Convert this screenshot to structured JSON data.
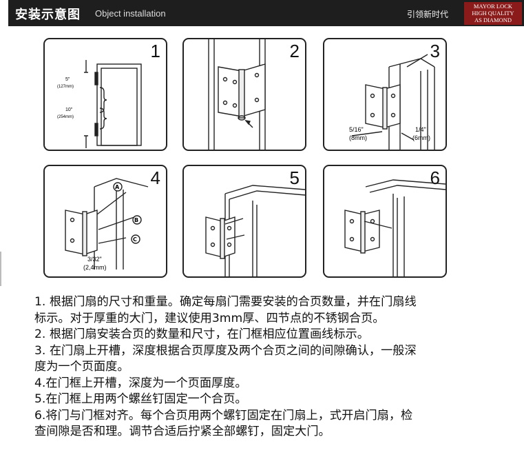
{
  "header": {
    "title_cn": "安装示意图",
    "title_en": "Object installation",
    "slogan": "引领新时代",
    "brand_lines": [
      "MAYOR  LOCK",
      "HIGH QUALITY",
      "AS DIAMOND"
    ],
    "brand_color": "#8b1a1a"
  },
  "panels": [
    {
      "number": "1",
      "labels": [
        "5\"",
        "(127mm)",
        "10\"",
        "(254mm)"
      ]
    },
    {
      "number": "2",
      "labels": []
    },
    {
      "number": "3",
      "labels": [
        "5/16\"",
        "(8mm)",
        "1/4\"",
        "(6mm)"
      ]
    },
    {
      "number": "4",
      "labels": [
        "A",
        "B",
        "C",
        "3/32\"",
        "(2,4mm)"
      ]
    },
    {
      "number": "5",
      "labels": []
    },
    {
      "number": "6",
      "labels": []
    }
  ],
  "steps": [
    "1. 根据门扇的尺寸和重量。确定每扇门需要安装的合页数量，并在门扇线",
    "标示。对于厚重的大门，建议使用3mm厚、四节点的不锈钢合页。",
    "2. 根据门扇安装合页的数量和尺寸，在门框相应位置画线标示。",
    "3. 在门扇上开槽，深度根据合页厚度及两个合页之间的间隙确认，一般深",
    "度为一个页面度。",
    "4.在门框上开槽，深度为一个页面厚度。",
    "5.在门框上用两个螺丝钉固定一个合页。",
    "6.将门与门框对齐。每个合页用两个螺钉固定在门扇上，式开启门扇，检",
    "查间隙是否和理。调节合适后拧紧全部螺钉，固定大门。"
  ]
}
